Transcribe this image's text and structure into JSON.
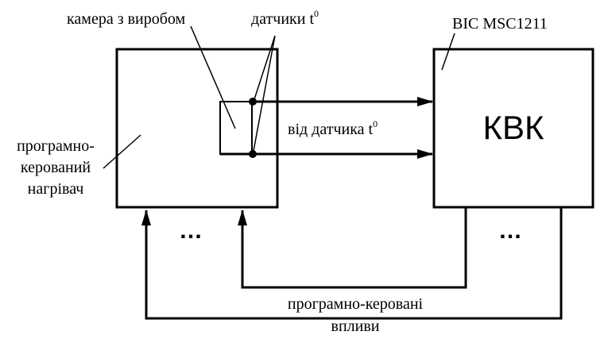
{
  "labels": {
    "camera": "камера з виробом",
    "sensors": "датчики t",
    "sensors_sup": "0",
    "mcu": "ВІС MSC1211",
    "kvk": "КВК",
    "from_sensor": "від датчика t",
    "from_sensor_sup": "0",
    "heater_line1": "програмно-",
    "heater_line2": "керований",
    "heater_line3": "нагрівач",
    "influence_line1": "програмно-керовані",
    "influence_line2": "впливи",
    "dots_left": "…",
    "dots_right": "…"
  }
}
